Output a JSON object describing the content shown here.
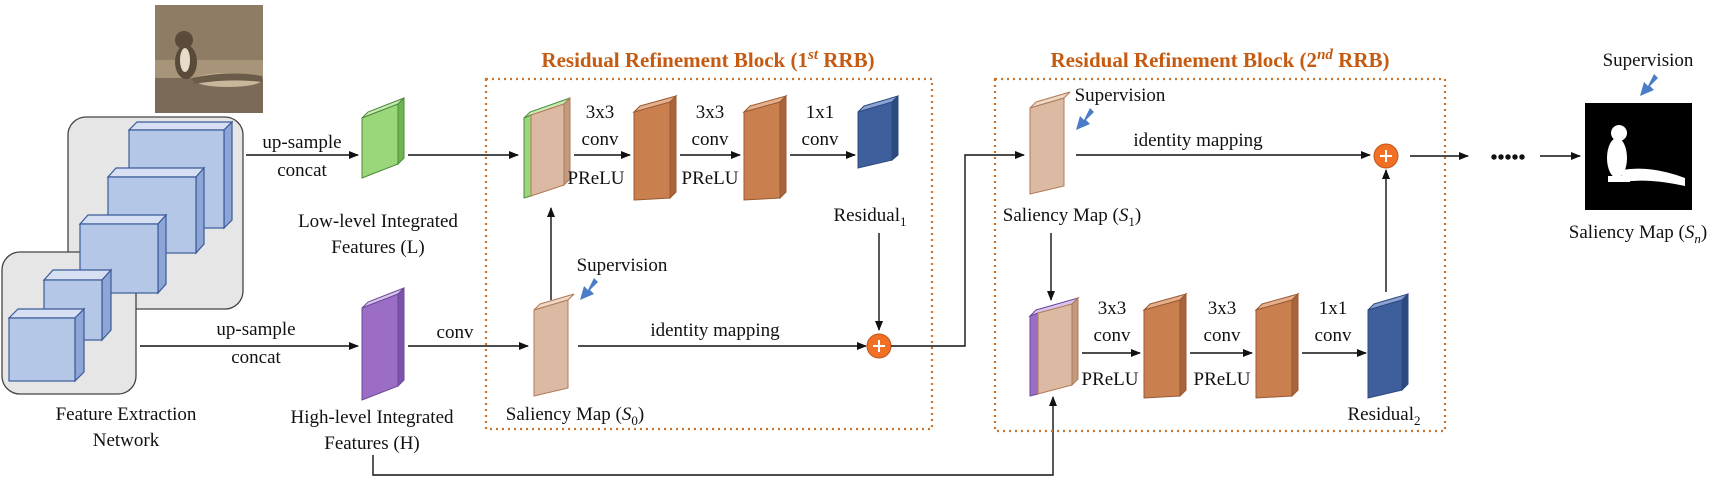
{
  "colors": {
    "block_border": "#c8732e",
    "block_title": "#c55a11",
    "arrow": "#111111",
    "blue_arrow": "#4a7cc7",
    "green_map": "#9ad67a",
    "purple_map": "#9b6dc4",
    "tan_map": "#dcb9a3",
    "orange_map": "#c97f4e",
    "navy_map": "#3f5e9c",
    "cube_face": "#b4c7e7",
    "plus_node": "#f07025"
  },
  "icons": {
    "input_image": "squirrel-photo",
    "output_image": "squirrel-saliency-mask",
    "plus": "element-wise-sum-icon",
    "supervision_pointer": "blue-arrow-icon"
  },
  "labels": {
    "upsample": "up-sample",
    "concat": "concat",
    "conv": "conv",
    "conv3x3": "3x3",
    "conv1x1": "1x1",
    "prelu": "PReLU",
    "supervision": "Supervision",
    "identity": "identity mapping",
    "ellipsis": "•••••",
    "feature_extraction": [
      "Feature Extraction",
      "Network"
    ],
    "low_level": [
      "Low-level Integrated",
      "Features (L)"
    ],
    "high_level": [
      "High-level Integrated",
      "Features (H)"
    ],
    "saliency_map": "Saliency Map (",
    "close_paren": ")",
    "s0": "S",
    "sub0": "0",
    "sub1": "1",
    "subn": "n",
    "residual": "Residual",
    "sub2": "2"
  },
  "blocks": {
    "rrb1": {
      "title_pre": "Residual Refinement Block (1",
      "sup": "st",
      "title_post": " RRB)"
    },
    "rrb2": {
      "title_pre": "Residual Refinement Block (2",
      "sup": "nd",
      "title_post": " RRB)"
    }
  }
}
